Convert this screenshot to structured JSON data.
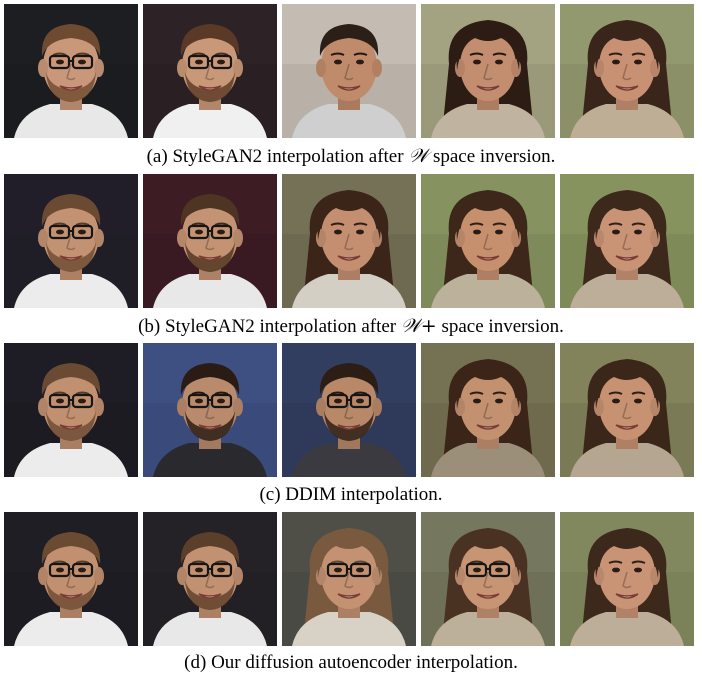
{
  "figure": {
    "rows": [
      {
        "caption_pre": "(a) StyleGAN2 interpolation after ",
        "caption_symbol": "𝒲",
        "caption_post": " space inversion.",
        "tiles": [
          {
            "bg": "#1b1c1f",
            "skin": "#c9977a",
            "hair": "#6e4a30",
            "shirt": "#e8e8e8",
            "glasses": true,
            "beard": true,
            "longhair": false,
            "hairline": "short"
          },
          {
            "bg": "#2a2024",
            "skin": "#c99878",
            "hair": "#5a3a26",
            "shirt": "#f0f0f0",
            "glasses": true,
            "beard": true,
            "longhair": false,
            "hairline": "short"
          },
          {
            "bg": "#b9b1a8",
            "skin": "#c08b6b",
            "hair": "#2c1f18",
            "shirt": "#cfcfcf",
            "glasses": false,
            "beard": false,
            "longhair": false,
            "hairline": "short"
          },
          {
            "bg": "#9a9a7a",
            "skin": "#c38d70",
            "hair": "#2d1c14",
            "shirt": "#c0b4a0",
            "glasses": false,
            "beard": false,
            "longhair": true,
            "hairline": "long"
          },
          {
            "bg": "#8b9068",
            "skin": "#c89174",
            "hair": "#3a251a",
            "shirt": "#bfae96",
            "glasses": false,
            "beard": false,
            "longhair": true,
            "hairline": "long"
          }
        ]
      },
      {
        "caption_pre": "(b) StyleGAN2 interpolation after ",
        "caption_symbol": "𝒲+",
        "caption_post": " space inversion.",
        "tiles": [
          {
            "bg": "#1f1d26",
            "skin": "#c39272",
            "hair": "#6b4a32",
            "shirt": "#ececec",
            "glasses": true,
            "beard": true,
            "longhair": false,
            "hairline": "short"
          },
          {
            "bg": "#3a1a22",
            "skin": "#c49373",
            "hair": "#4e3422",
            "shirt": "#e8e8e8",
            "glasses": true,
            "beard": true,
            "longhair": false,
            "hairline": "short"
          },
          {
            "bg": "#6e6a52",
            "skin": "#c48f71",
            "hair": "#3a2518",
            "shirt": "#d4cfc4",
            "glasses": false,
            "beard": false,
            "longhair": true,
            "hairline": "long"
          },
          {
            "bg": "#7f8a5a",
            "skin": "#c6906f",
            "hair": "#3c271a",
            "shirt": "#bcb19a",
            "glasses": false,
            "beard": false,
            "longhair": true,
            "hairline": "long"
          },
          {
            "bg": "#7e8a58",
            "skin": "#c99475",
            "hair": "#3d281c",
            "shirt": "#bcae98",
            "glasses": false,
            "beard": false,
            "longhair": true,
            "hairline": "long"
          }
        ]
      },
      {
        "caption_pre": "(c) DDIM interpolation.",
        "caption_symbol": "",
        "caption_post": "",
        "tiles": [
          {
            "bg": "#1c1b22",
            "skin": "#c09070",
            "hair": "#6a4a33",
            "shirt": "#ececec",
            "glasses": true,
            "beard": true,
            "longhair": false,
            "hairline": "short"
          },
          {
            "bg": "#3a4a7a",
            "skin": "#b98a6c",
            "hair": "#2a1c14",
            "shirt": "#2a2a2e",
            "glasses": true,
            "beard": true,
            "longhair": false,
            "hairline": "short"
          },
          {
            "bg": "#2f3a5a",
            "skin": "#b88868",
            "hair": "#2c1d15",
            "shirt": "#3a3a40",
            "glasses": true,
            "beard": true,
            "longhair": false,
            "hairline": "short"
          },
          {
            "bg": "#6f6a4e",
            "skin": "#c39070",
            "hair": "#3b2418",
            "shirt": "#9c8f7a",
            "glasses": false,
            "beard": false,
            "longhair": true,
            "hairline": "long"
          },
          {
            "bg": "#7a7a56",
            "skin": "#c79272",
            "hair": "#3b261a",
            "shirt": "#b4a690",
            "glasses": false,
            "beard": false,
            "longhair": true,
            "hairline": "long"
          }
        ]
      },
      {
        "caption_pre": "(d) Our diffusion autoencoder interpolation.",
        "caption_symbol": "",
        "caption_post": "",
        "tiles": [
          {
            "bg": "#1d1c22",
            "skin": "#c19070",
            "hair": "#6b4a32",
            "shirt": "#ececec",
            "glasses": true,
            "beard": true,
            "longhair": false,
            "hairline": "short"
          },
          {
            "bg": "#222024",
            "skin": "#c29171",
            "hair": "#5c3f2a",
            "shirt": "#e8e8e8",
            "glasses": true,
            "beard": true,
            "longhair": false,
            "hairline": "short"
          },
          {
            "bg": "#4a4a44",
            "skin": "#c49272",
            "hair": "#7a5a3e",
            "shirt": "#d8d2c6",
            "glasses": true,
            "beard": false,
            "longhair": true,
            "hairline": "long"
          },
          {
            "bg": "#6f7058",
            "skin": "#c79474",
            "hair": "#4a3222",
            "shirt": "#bdb09a",
            "glasses": true,
            "beard": false,
            "longhair": true,
            "hairline": "long"
          },
          {
            "bg": "#7b8158",
            "skin": "#c99475",
            "hair": "#3d281c",
            "shirt": "#bcae98",
            "glasses": false,
            "beard": false,
            "longhair": true,
            "hairline": "long"
          }
        ]
      }
    ]
  }
}
